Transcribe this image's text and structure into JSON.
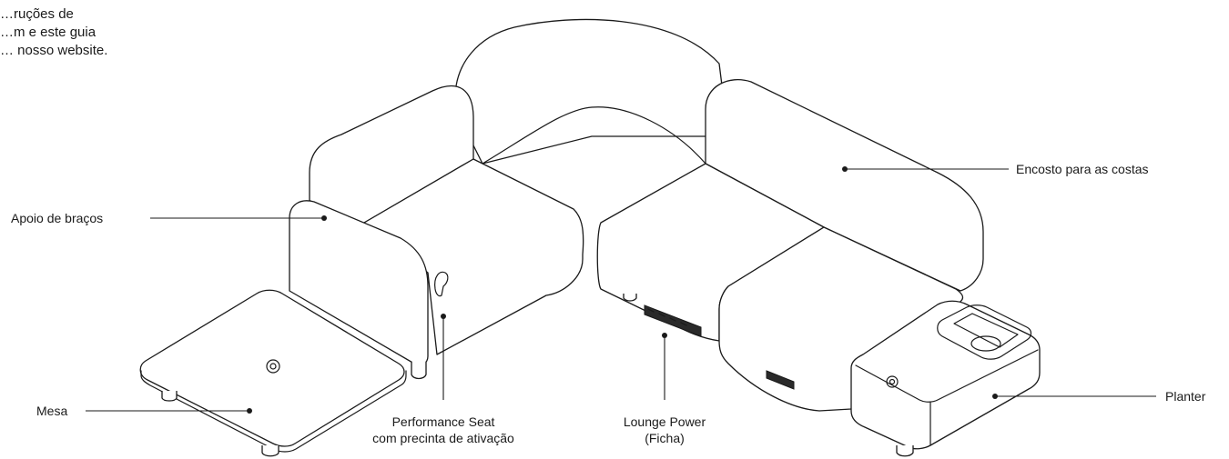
{
  "intro_text": "…ruções de\n…m e este guia\n… nosso website.",
  "labels": {
    "backrest": "Encosto para as costas",
    "armrest": "Apoio de braços",
    "table": "Mesa",
    "seat_line1": "Performance Seat",
    "seat_line2": "com precinta de ativação",
    "power_line1": "Lounge Power",
    "power_line2": "(Ficha)",
    "planter": "Planter"
  }
}
